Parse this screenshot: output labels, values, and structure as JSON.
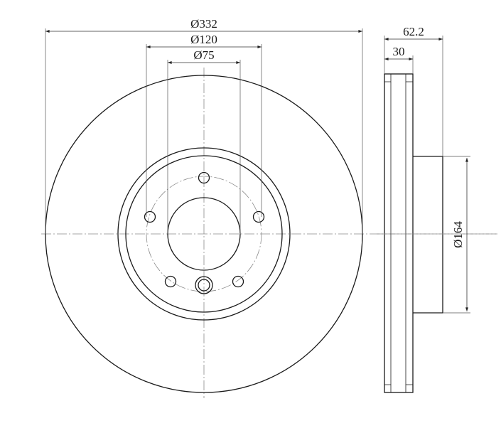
{
  "drawing": {
    "dimensions": {
      "outer_diameter": "Ø332",
      "bolt_circle_diameter": "Ø120",
      "center_bore_diameter": "Ø75",
      "total_height": "62.2",
      "disc_thickness": "30",
      "hat_diameter": "Ø164"
    },
    "colors": {
      "line": "#1a1a1a",
      "centerline": "#8a8a8a",
      "background": "#ffffff"
    }
  }
}
